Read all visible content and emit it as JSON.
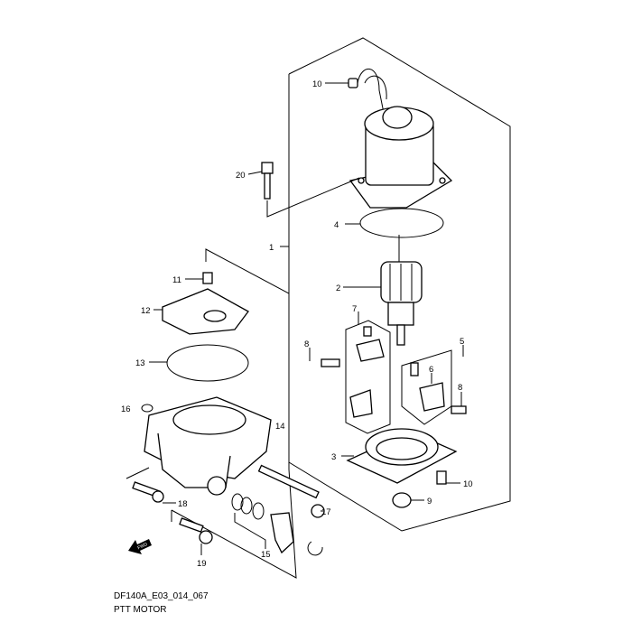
{
  "diagram": {
    "code": "DF140A_E03_014_067",
    "title": "PTT MOTOR",
    "forward_arrow": "FWD",
    "callouts": [
      "10",
      "20",
      "4",
      "1",
      "2",
      "11",
      "12",
      "7",
      "5",
      "8",
      "13",
      "6",
      "8",
      "16",
      "14",
      "3",
      "10",
      "9",
      "18",
      "17",
      "15",
      "19"
    ]
  }
}
